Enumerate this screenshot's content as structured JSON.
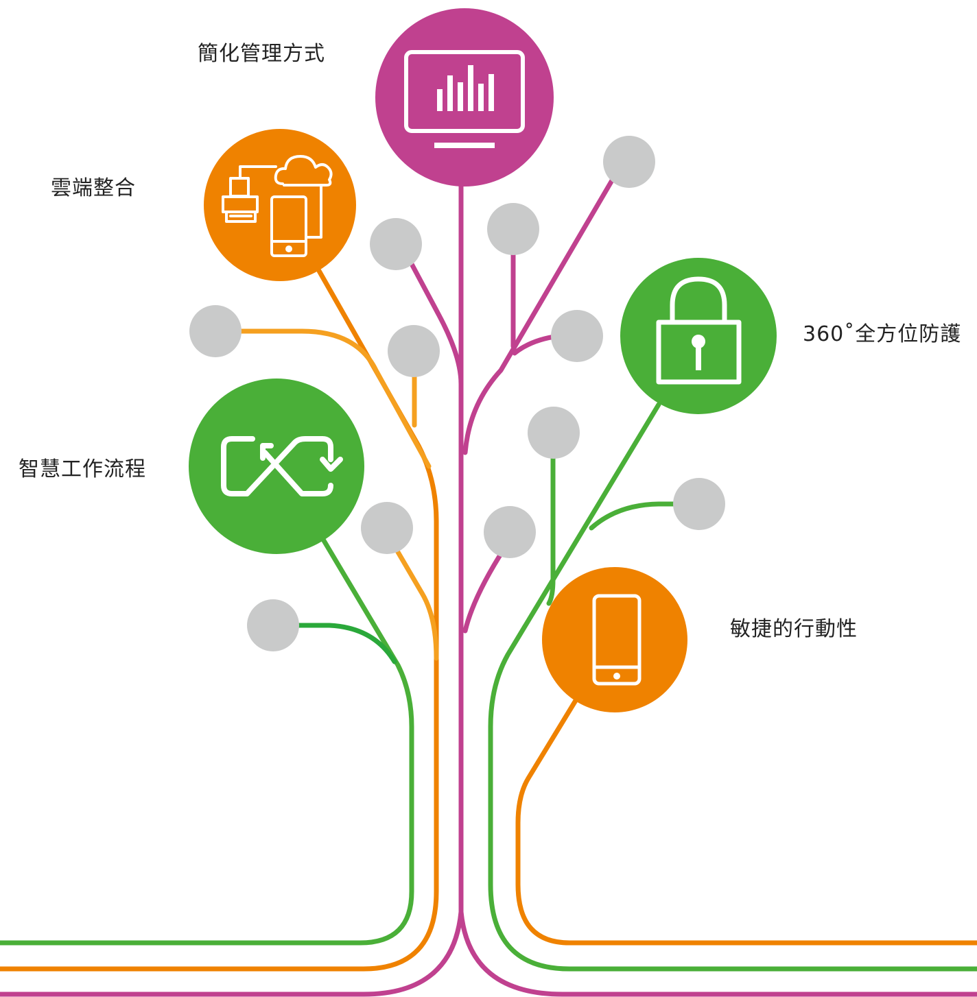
{
  "colors": {
    "magenta": "#c0418f",
    "orange": "#ef8200",
    "orange_light": "#f5a020",
    "green": "#4aaf38",
    "gray": "#c9caca",
    "icon": "#ffffff",
    "text": "#222222"
  },
  "features": {
    "simplify": {
      "label": "簡化管理方式",
      "icon": "monitor-chart-icon",
      "color": "magenta"
    },
    "cloud": {
      "label": "雲端整合",
      "icon": "cloud-devices-icon",
      "color": "orange"
    },
    "security": {
      "label": "360˚全方位防護",
      "icon": "padlock-icon",
      "color": "green"
    },
    "workflow": {
      "label": "智慧工作流程",
      "icon": "workflow-arrows-icon",
      "color": "green"
    },
    "mobility": {
      "label": "敏捷的行動性",
      "icon": "smartphone-icon",
      "color": "orange"
    }
  }
}
